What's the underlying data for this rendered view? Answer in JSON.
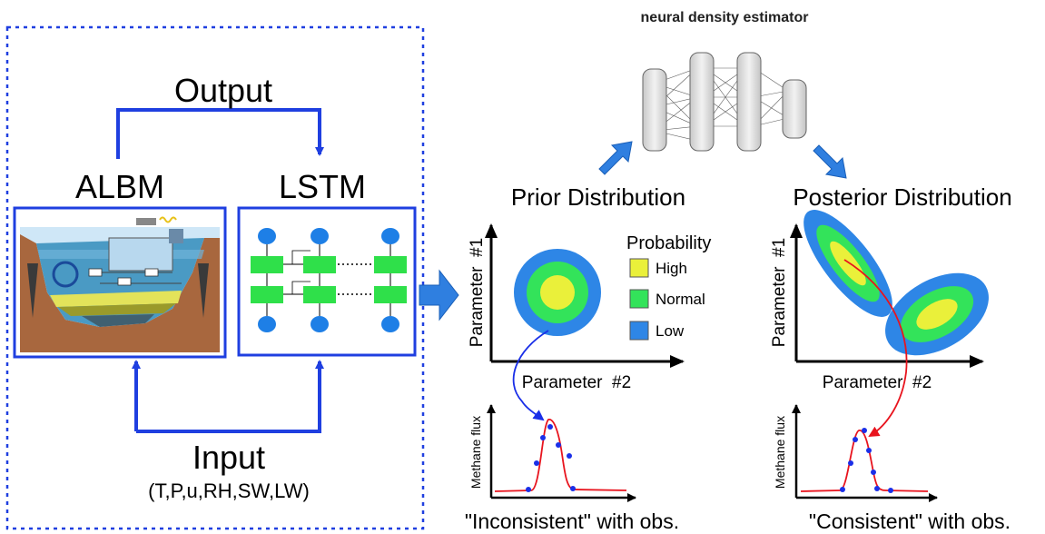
{
  "labels": {
    "output": "Output",
    "albm": "ALBM",
    "lstm": "LSTM",
    "input": "Input",
    "input_vars": "(T,P,u,RH,SW,LW)",
    "nde_title": "neural density estimator",
    "prior_title": "Prior Distribution",
    "posterior_title": "Posterior Distribution",
    "param1": "Parameter  #1",
    "param2": "Parameter  #2",
    "probability": "Probability",
    "legend_high": "High",
    "legend_normal": "Normal",
    "legend_low": "Low",
    "methane_flux": "Methane flux",
    "inconsistent": "\"Inconsistent\" with obs.",
    "consistent": "\"Consistent\" with obs."
  },
  "colors": {
    "frame_blue": "#1f3fe0",
    "arrow_blue": "#2f7fe0",
    "high": "#eaf03a",
    "normal": "#33e35a",
    "low": "#2e86e6",
    "lstm_cell": "#2fe04a",
    "lstm_node": "#1e7fe6",
    "fit_line": "#e8141e",
    "obs_dot": "#1a2fe8",
    "nde_gray": "#dcdcdc"
  }
}
